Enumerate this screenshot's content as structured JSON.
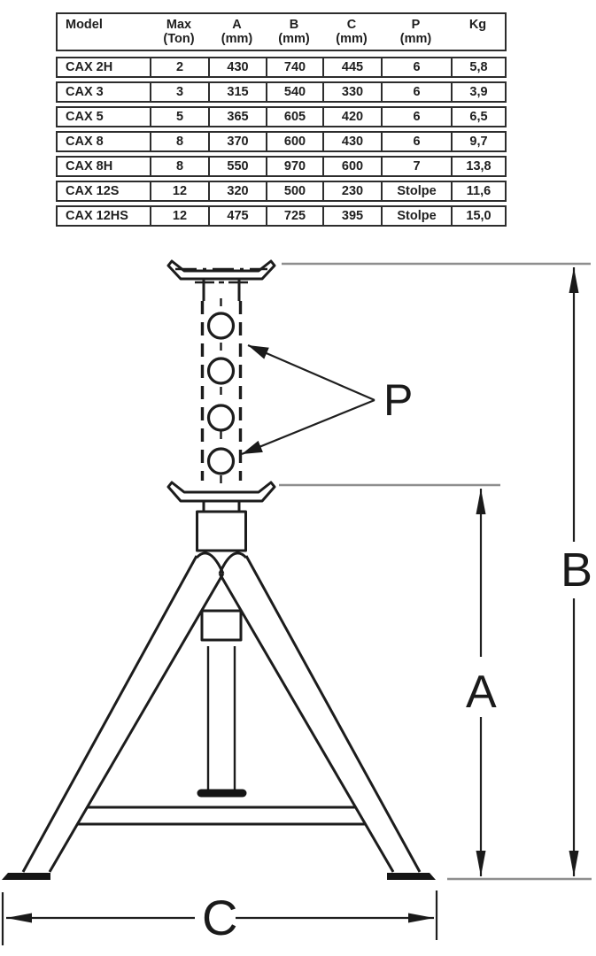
{
  "table": {
    "headers": [
      {
        "label": "Model",
        "sub": ""
      },
      {
        "label": "Max",
        "sub": "(Ton)"
      },
      {
        "label": "A",
        "sub": "(mm)"
      },
      {
        "label": "B",
        "sub": "(mm)"
      },
      {
        "label": "C",
        "sub": "(mm)"
      },
      {
        "label": "P",
        "sub": "(mm)"
      },
      {
        "label": "Kg",
        "sub": ""
      }
    ],
    "rows": [
      [
        "CAX 2H",
        "2",
        "430",
        "740",
        "445",
        "6",
        "5,8"
      ],
      [
        "CAX 3",
        "3",
        "315",
        "540",
        "330",
        "6",
        "3,9"
      ],
      [
        "CAX 5",
        "5",
        "365",
        "605",
        "420",
        "6",
        "6,5"
      ],
      [
        "CAX 8",
        "8",
        "370",
        "600",
        "430",
        "6",
        "9,7"
      ],
      [
        "CAX 8H",
        "8",
        "550",
        "970",
        "600",
        "7",
        "13,8"
      ],
      [
        "CAX 12S",
        "12",
        "320",
        "500",
        "230",
        "Stolpe",
        "11,6"
      ],
      [
        "CAX 12HS",
        "12",
        "475",
        "725",
        "395",
        "Stolpe",
        "15,0"
      ]
    ]
  },
  "diagram": {
    "labels": {
      "p": "P",
      "a": "A",
      "b": "B",
      "c": "C"
    }
  },
  "colors": {
    "drawing_line": "#1c1c1c",
    "reference_line": "#8e8e8e",
    "table_border": "#2d2d2d",
    "text": "#1f1f1f",
    "background": "#ffffff"
  }
}
